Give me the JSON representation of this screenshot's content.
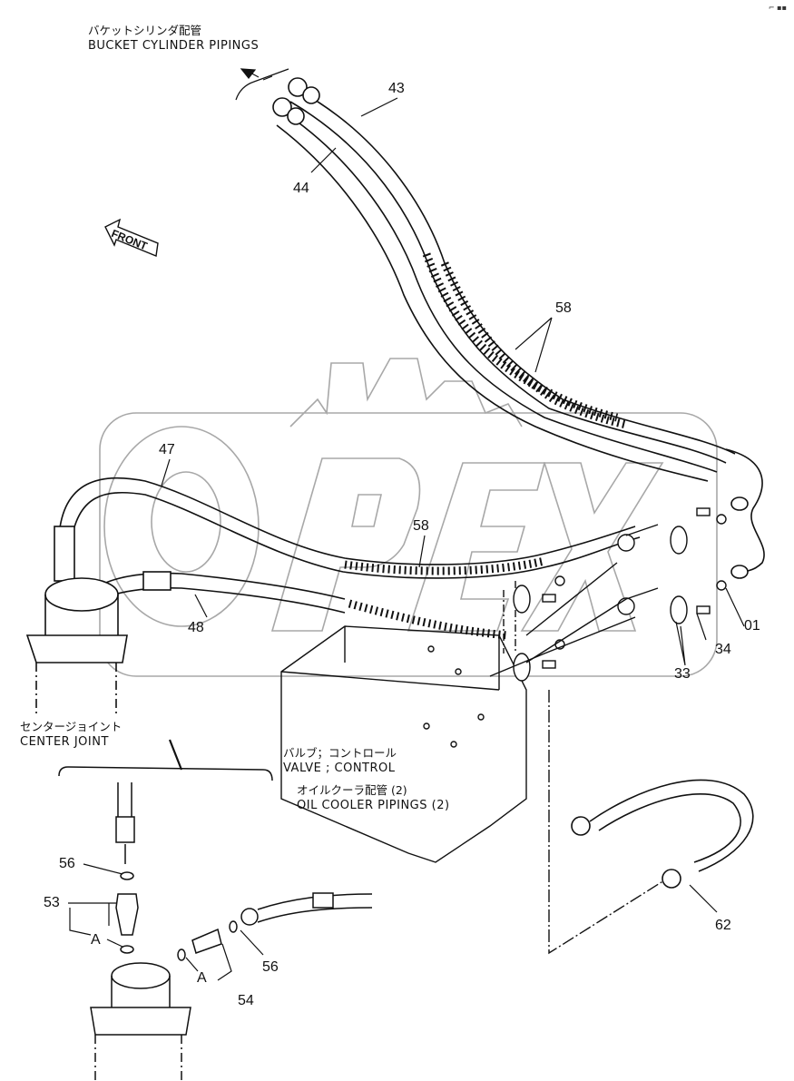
{
  "diagram": {
    "type": "exploded-parts-diagram",
    "watermark": "OPEX",
    "corner_mark": "⌐ ▪▪",
    "orientation_arrow": {
      "label": "FRONT"
    },
    "captions": {
      "bucket_cylinder": {
        "jp": "バケットシリンダ配管",
        "en": "BUCKET CYLINDER PIPINGS"
      },
      "center_joint": {
        "jp": "センタージョイント",
        "en": "CENTER JOINT"
      },
      "control_valve": {
        "jp": "バルブ；コントロール",
        "en": "VALVE ; CONTROL"
      },
      "oil_cooler": {
        "jp": "オイルクーラ配管 (2)",
        "en": "OIL COOLER PIPINGS (2)"
      }
    },
    "part_callouts": [
      {
        "id": "p43",
        "label": "43"
      },
      {
        "id": "p44",
        "label": "44"
      },
      {
        "id": "p58a",
        "label": "58"
      },
      {
        "id": "p47",
        "label": "47"
      },
      {
        "id": "p58b",
        "label": "58"
      },
      {
        "id": "p48",
        "label": "48"
      },
      {
        "id": "p01",
        "label": "01"
      },
      {
        "id": "p34",
        "label": "34"
      },
      {
        "id": "p33",
        "label": "33"
      },
      {
        "id": "p56a",
        "label": "56"
      },
      {
        "id": "p53",
        "label": "53"
      },
      {
        "id": "pA1",
        "label": "A"
      },
      {
        "id": "pA2",
        "label": "A"
      },
      {
        "id": "p54",
        "label": "54"
      },
      {
        "id": "p56b",
        "label": "56"
      },
      {
        "id": "p62",
        "label": "62"
      }
    ]
  }
}
